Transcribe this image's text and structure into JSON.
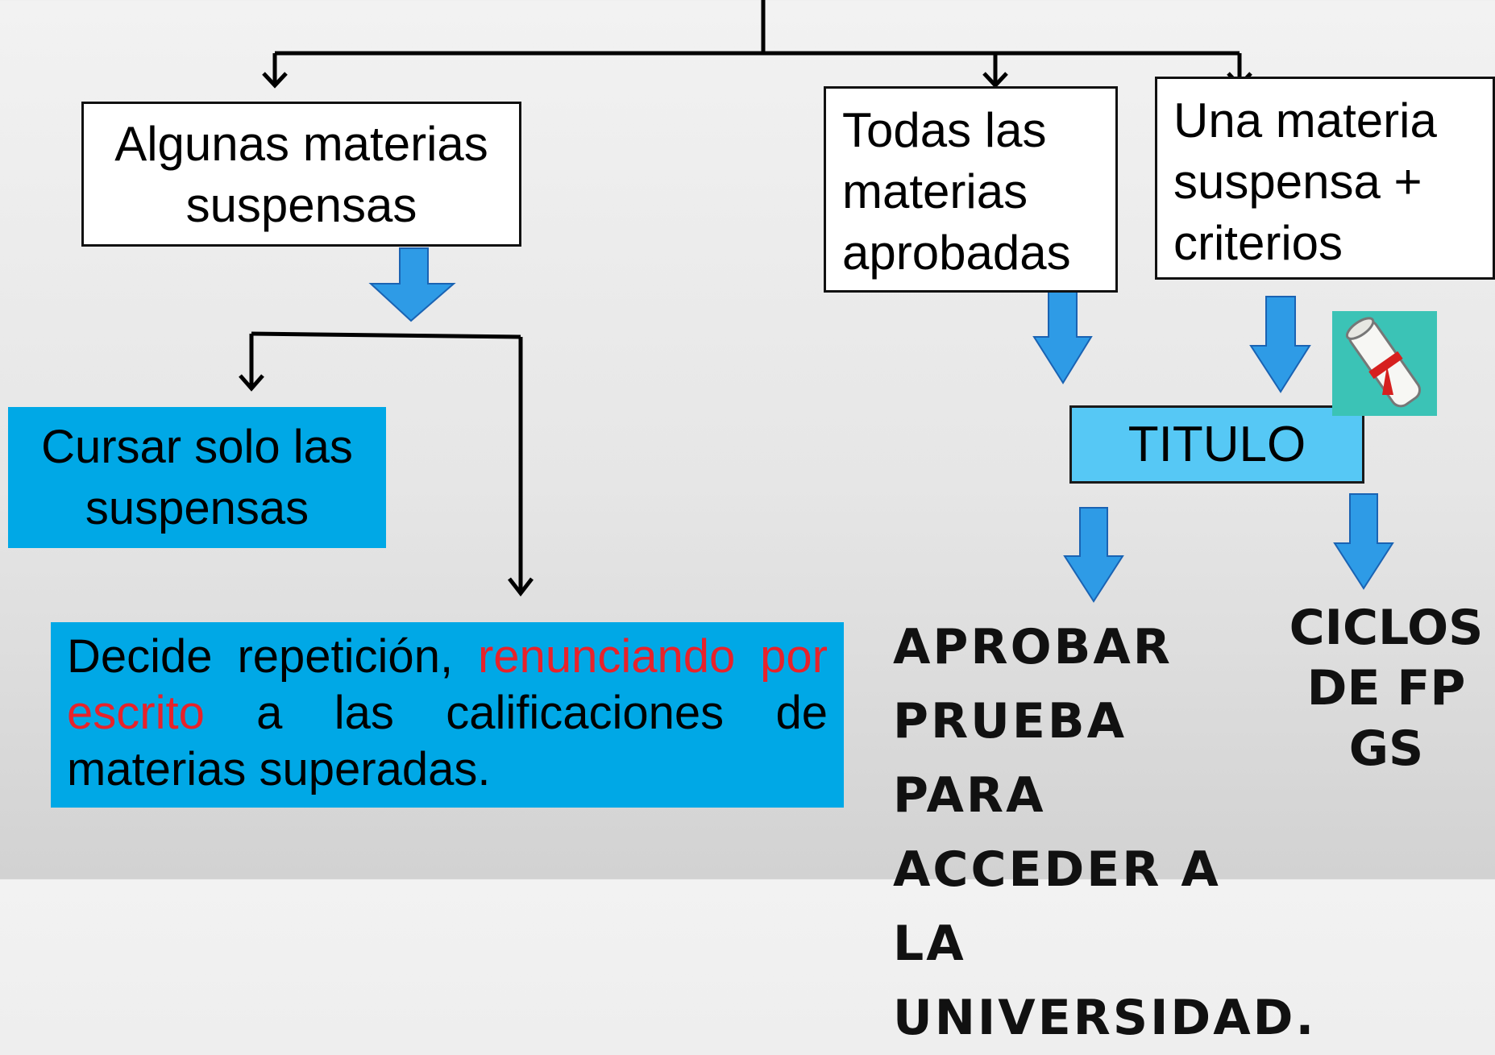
{
  "diagram": {
    "nodes": {
      "algunas": "Algunas materias suspensas",
      "todas": "Todas las materias aprobadas",
      "una": "Una materia suspensa + criterios",
      "titulo": "TITULO",
      "cursar": "Cursar solo las suspensas",
      "decide": {
        "part1": "Decide repetición, ",
        "highlight": "renunciando por escrito",
        "part2": " a las calificaciones de materias superadas."
      },
      "aprobar": "APROBAR PRUEBA PARA ACCEDER A LA UNIVERSIDAD.",
      "ciclos": "CICLOS DE FP GS"
    },
    "colors": {
      "box_fill": "#00a8e6",
      "titulo_fill": "#56c8f5",
      "arrow_fill": "#2e9be6",
      "highlight_text": "#e8222a",
      "line": "#000000"
    },
    "icons": [
      "diploma-scroll-icon"
    ]
  }
}
